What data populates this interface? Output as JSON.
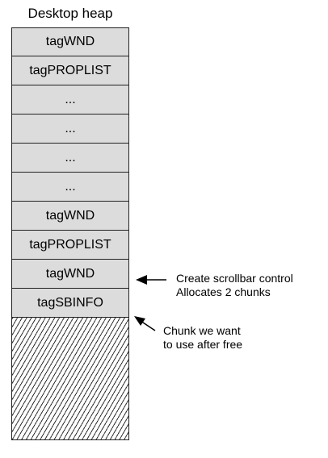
{
  "title": "Desktop heap",
  "chunks": [
    {
      "label": "tagWND"
    },
    {
      "label": "tagPROPLIST"
    },
    {
      "label": "..."
    },
    {
      "label": "..."
    },
    {
      "label": "..."
    },
    {
      "label": "..."
    },
    {
      "label": "tagWND"
    },
    {
      "label": "tagPROPLIST"
    },
    {
      "label": "tagWND"
    },
    {
      "label": "tagSBINFO"
    }
  ],
  "annotations": {
    "create": {
      "line1": "Create scrollbar control",
      "line2": "Allocates 2 chunks"
    },
    "chunk": {
      "line1": "Chunk we want",
      "line2": "to use after free"
    }
  }
}
